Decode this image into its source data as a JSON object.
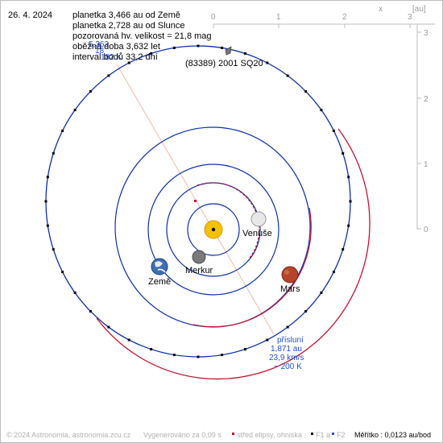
{
  "date": "26. 4. 2024",
  "info_lines": [
    "planetka 3,466 au od Země",
    "planetka 2,728 au od Slunce",
    "pozorovaná hv. velikost = 21,8 mag",
    "oběžná doba 3,632 let",
    "interval bodů 33,2 dní"
  ],
  "ghost_lines": [
    "5,363",
    "18",
    "182 K"
  ],
  "asteroid_label": "(83389) 2001 SQ20",
  "planets": {
    "venus": "Venuše",
    "mercury": "Merkur",
    "earth": "Země",
    "mars": "Mars"
  },
  "perihelion": [
    "přísluní",
    "1,871 au",
    "23,9 km/s",
    "~ 200 K"
  ],
  "axes": {
    "x_ticks": [
      "0",
      "1",
      "2",
      "3"
    ],
    "x_label": "x",
    "y_ticks": [
      "3",
      "2",
      "1",
      "0"
    ],
    "unit": "[au]"
  },
  "footer": {
    "copyright": "© 2024 Astronomia, astronomia.zcu.cz",
    "generated": "Vygenerováno za 0,09 s",
    "legend_center": "střed elipsy, ohniska",
    "legend_f1": "F1 a",
    "legend_f2": "F2",
    "scale": "Měřítko : 0,0123 au/bod"
  },
  "colors": {
    "orbit_blue": "#0b2fae",
    "orbit_red": "#c8102e",
    "axis_gray": "#9a9a9a",
    "label_blue": "#1f4fd6",
    "sun_yellow": "#f2c200",
    "mars_red": "#b5452a"
  }
}
